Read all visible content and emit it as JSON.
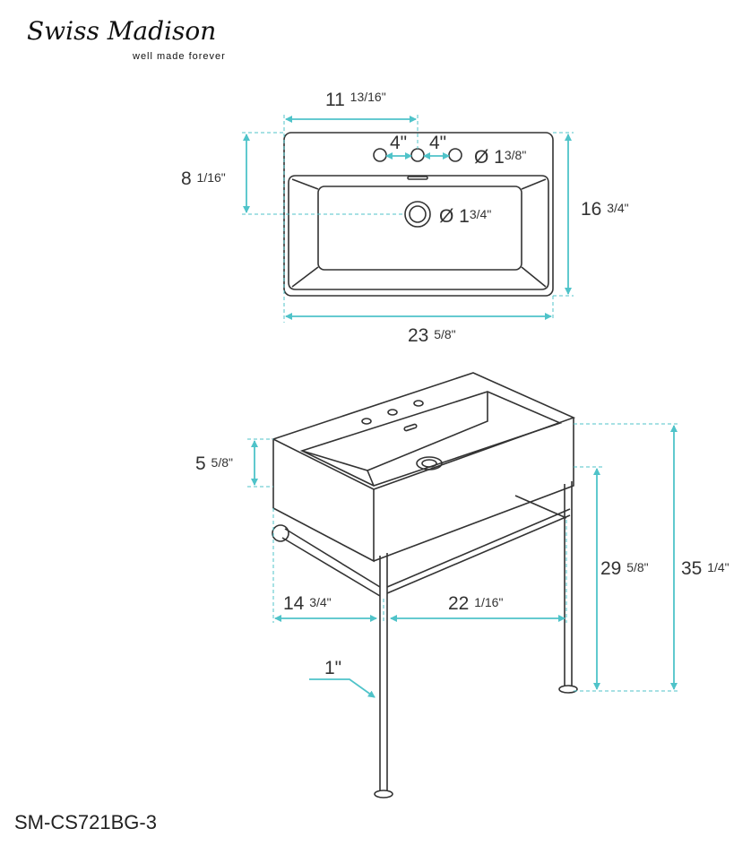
{
  "brand": {
    "name": "Swiss Madison",
    "tagline": "well made forever"
  },
  "model": "SM-CS721BG-3",
  "colors": {
    "dimension": "#4fc3c9",
    "outline": "#333333"
  },
  "top_view": {
    "faucet_offset": {
      "whole": "11",
      "frac": "13/16\""
    },
    "drain_depth": {
      "whole": "8",
      "frac": "1/16\""
    },
    "depth": {
      "whole": "16",
      "frac": "3/4\""
    },
    "width": {
      "whole": "23",
      "frac": "5/8\""
    },
    "hole_spacing_left": "4\"",
    "hole_spacing_right": "4\"",
    "faucet_hole_dia": {
      "whole": "Ø 1",
      "frac": "3/8\""
    },
    "drain_dia": {
      "whole": "Ø 1",
      "frac": "3/4\""
    }
  },
  "front_view": {
    "basin_height": {
      "whole": "5",
      "frac": "5/8\""
    },
    "towel_bar_height": {
      "whole": "29",
      "frac": "5/8\""
    },
    "total_height": {
      "whole": "35",
      "frac": "1/4\""
    },
    "side_depth": {
      "whole": "14",
      "frac": "3/4\""
    },
    "leg_spacing": {
      "whole": "22",
      "frac": "1/16\""
    },
    "leg_dia": "1\""
  }
}
